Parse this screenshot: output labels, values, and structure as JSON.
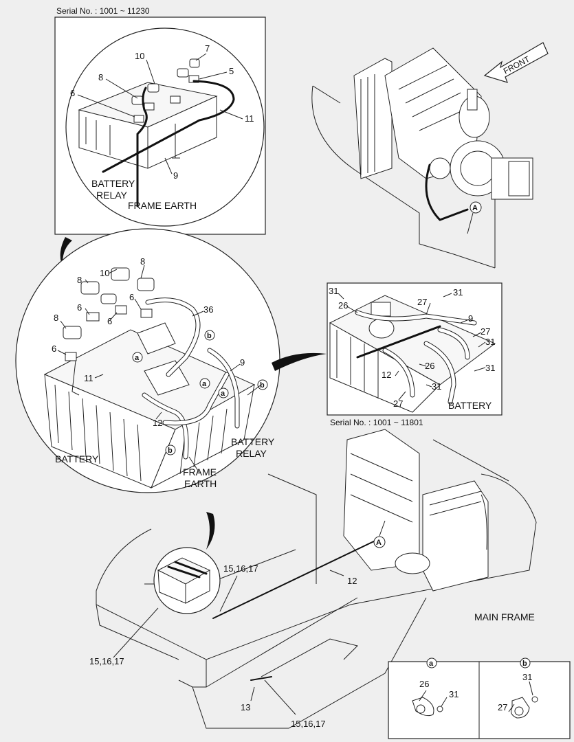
{
  "labels": {
    "serial_top": "Serial No. : 1001 ~ 11230",
    "serial_mid": "Serial No. : 1001 ~ 11801",
    "front": "FRONT",
    "battery_relay_1": "BATTERY",
    "battery_relay_2": "RELAY",
    "frame_earth": "FRAME EARTH",
    "battery": "BATTERY",
    "frame_1": "FRAME",
    "earth_2": "EARTH",
    "main_frame": "MAIN FRAME",
    "ref_15_16_17": "15,16,17",
    "circle_a": "a",
    "circle_b": "b",
    "circle_A": "A"
  },
  "parts": {
    "p5": "5",
    "p6": "6",
    "p7": "7",
    "p8": "8",
    "p9": "9",
    "p10": "10",
    "p11": "11",
    "p12": "12",
    "p13": "13",
    "p26": "26",
    "p27": "27",
    "p31": "31",
    "p36": "36"
  }
}
